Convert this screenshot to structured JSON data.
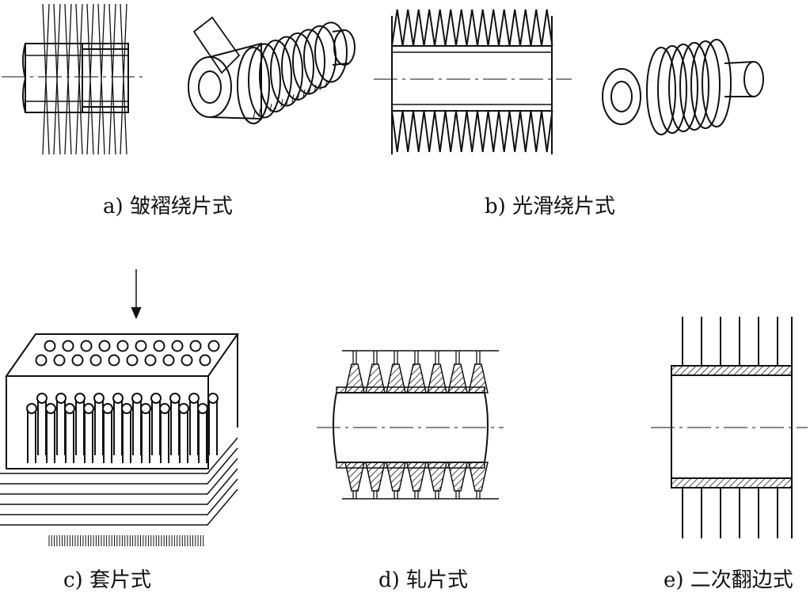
{
  "figure": {
    "captions": {
      "a": "a) 皱褶绕片式",
      "b": "b) 光滑绕片式",
      "c": "c) 套片式",
      "d": "d) 轧片式",
      "e": "e) 二次翻边式"
    },
    "colors": {
      "line": "#111111",
      "background": "#ffffff"
    }
  }
}
